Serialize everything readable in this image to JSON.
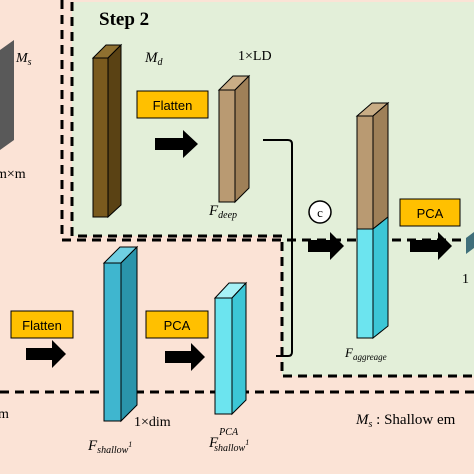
{
  "step_label": "Step 2",
  "labels": {
    "ms": "M",
    "ms_sub": "s",
    "mxm": "m×m",
    "md": "M",
    "md_sub": "d",
    "one_x_ld": "1×LD",
    "f_deep": "F",
    "f_deep_sub": "deep",
    "f_aggregate": "F",
    "f_aggregate_sub": "aggreage",
    "f_shallow": "F",
    "f_shallow_sub": "shallow",
    "f_shallow_sup": "1",
    "one_x_dim": "1×dim",
    "f_shallow_pca": "F",
    "f_shallow_pca_sup": "PCA",
    "f_shallow_pca_sub": "shallow",
    "f_shallow_pca_subsup": "1",
    "concat_symbol": "c",
    "left_m": "m",
    "right_one": "1",
    "legend_ms": "M",
    "legend_ms_sub": "s",
    "legend_text": " : Shallow em"
  },
  "buttons": {
    "flatten_top": "Flatten",
    "flatten_bottom": "Flatten",
    "pca_bottom": "PCA",
    "pca_right": "PCA"
  },
  "colors": {
    "bg_peach": "#fbe3d6",
    "bg_green": "#e3efd9",
    "brown": "#7a5a1e",
    "tan": "#b99a72",
    "teal": "#3fb6cf",
    "cyan": "#6ce4ef",
    "button": "#ffc000",
    "gray": "#7f7f7f"
  }
}
